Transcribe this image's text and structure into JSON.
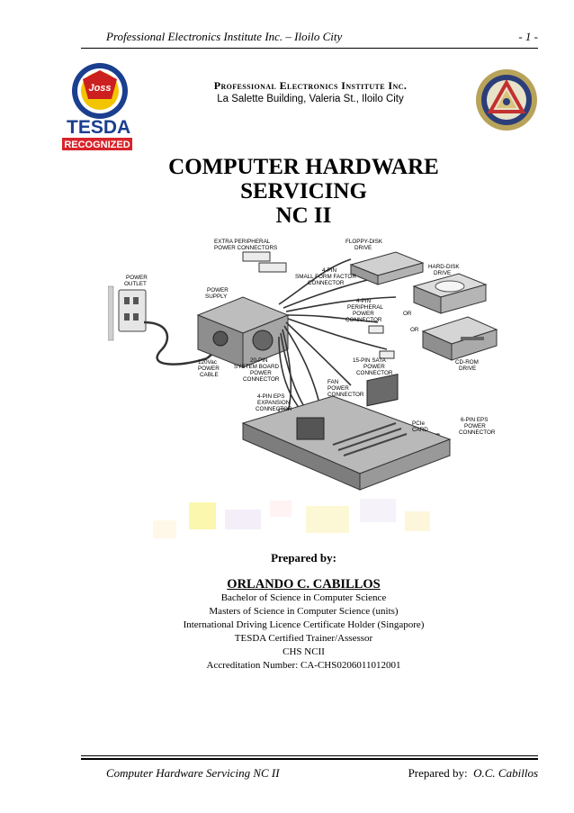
{
  "header": {
    "left": "Professional Electronics Institute Inc. – Iloilo City",
    "page_number": "- 1 -"
  },
  "org": {
    "name": "Professional Electronics Institute Inc.",
    "address": "La Salette Building, Valeria St., Iloilo City",
    "tesda_logo_text": "TESDA",
    "tesda_badge": "RECOGNIZED"
  },
  "title": {
    "line1": "COMPUTER HARDWARE",
    "line2": "SERVICING",
    "line3": "NC II"
  },
  "diagram": {
    "labels": {
      "extra_peripheral": [
        "EXTRA PERIPHERAL",
        "POWER CONNECTORS"
      ],
      "floppy": [
        "FLOPPY-DISK",
        "DRIVE"
      ],
      "small_form": [
        "4-PIN",
        "SMALL FORM FACTOR",
        "CONNECTOR"
      ],
      "hard_disk": [
        "HARD-DISK",
        "DRIVE"
      ],
      "power_outlet": [
        "POWER",
        "OUTLET"
      ],
      "power_supply": [
        "POWER",
        "SUPPLY"
      ],
      "peripheral_power": [
        "4-PIN",
        "PERIPHERAL",
        "POWER",
        "CONNECTOR"
      ],
      "or1": "OR",
      "or2": "OR",
      "cd_rom": [
        "CD-ROM",
        "DRIVE"
      ],
      "sata": [
        "15-PIN SATA",
        "POWER",
        "CONNECTOR"
      ],
      "system_board": [
        "20-PIN",
        "SYSTEM BOARD",
        "POWER",
        "CONNECTOR"
      ],
      "cable": [
        "120Vac",
        "POWER",
        "CABLE"
      ],
      "fan": [
        "FAN",
        "POWER",
        "CONNECTOR"
      ],
      "eps4": [
        "4-PIN EPS",
        "EXPANSION",
        "CONNECTOR"
      ],
      "pcie": [
        "PCIe",
        "CARD"
      ],
      "eps6": [
        "6-PIN EPS",
        "POWER",
        "CONNECTOR"
      ]
    }
  },
  "prepared": {
    "label": "Prepared by:",
    "name": "ORLANDO C. CABILLOS",
    "credentials": [
      "Bachelor of Science in Computer Science",
      "Masters of Science in Computer Science (units)",
      "International Driving Licence Certificate Holder (Singapore)",
      "TESDA Certified Trainer/Assessor",
      "CHS NCII",
      "Accreditation Number: CA-CHS0206011012001"
    ]
  },
  "footer": {
    "left": "Computer Hardware Servicing NC II",
    "right_label": "Prepared by:",
    "right_name": "O.C. Cabillos"
  }
}
